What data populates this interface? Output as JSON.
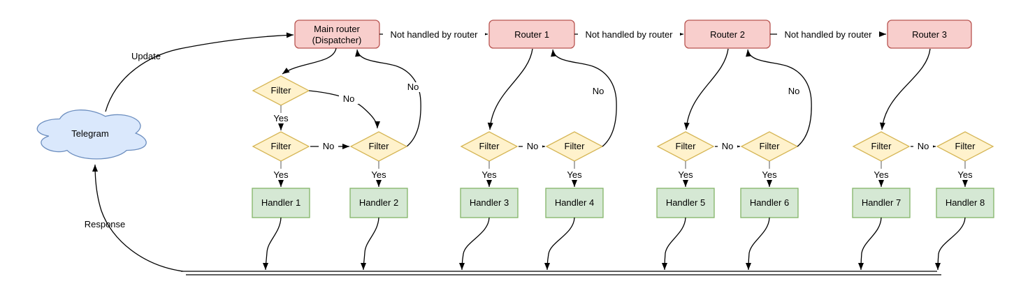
{
  "colors": {
    "router_fill": "#f8cecc",
    "router_stroke": "#b85450",
    "filter_fill": "#fff2cc",
    "filter_stroke": "#d6b656",
    "handler_fill": "#d5e8d4",
    "handler_stroke": "#82b366",
    "cloud_fill": "#dae8fc",
    "cloud_stroke": "#6c8ebf",
    "edge": "#000000",
    "stub": "#888888"
  },
  "cloud": {
    "label": "Telegram"
  },
  "edge_labels": {
    "update": "Update",
    "response": "Response",
    "yes": "Yes",
    "no": "No",
    "not_handled": "Not handled by router"
  },
  "routers": {
    "main_line1": "Main router",
    "main_line2": "(Dispatcher)",
    "r1": "Router 1",
    "r2": "Router 2",
    "r3": "Router 3"
  },
  "filter_label": "Filter",
  "handlers": [
    "Handler 1",
    "Handler 2",
    "Handler 3",
    "Handler 4",
    "Handler 5",
    "Handler 6",
    "Handler 7",
    "Handler 8"
  ]
}
